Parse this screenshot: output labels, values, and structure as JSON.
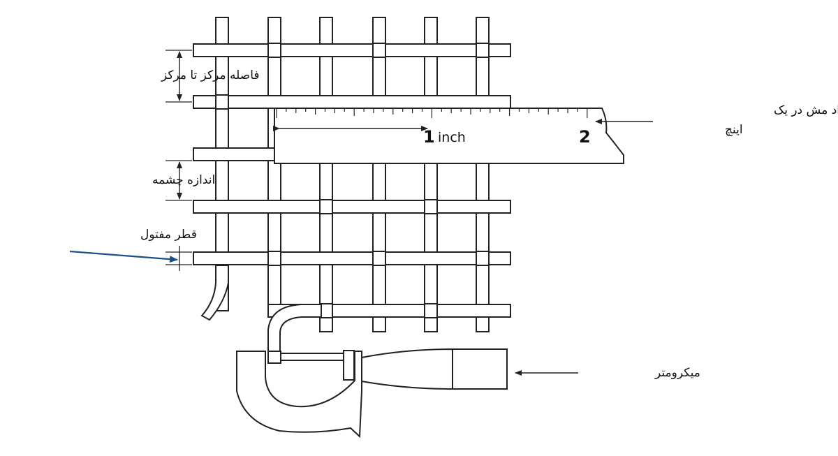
{
  "labels": {
    "center_to_center": "فاصله مرکز تا مرکز",
    "mesh_per_inch_line1": "تعداد مش در یک",
    "mesh_per_inch_line2": "اینچ",
    "opening_size": "اندازه چشمه",
    "wire_diameter": "قطر مفتول",
    "micrometer": "میکرومتر"
  },
  "ruler": {
    "mark_1": "1",
    "unit": "inch",
    "mark_2": "2"
  },
  "colors": {
    "line": "#222222",
    "pointer_arrow": "#1a4f8a"
  }
}
